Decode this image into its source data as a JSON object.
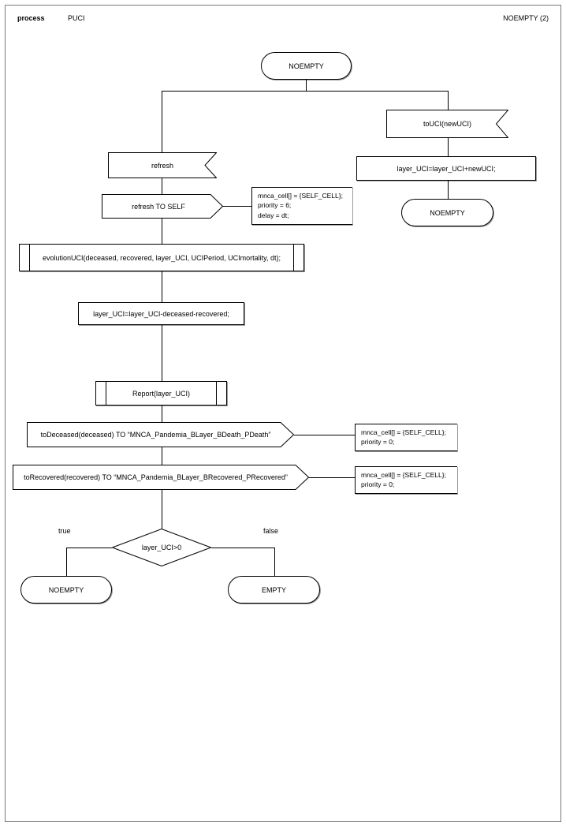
{
  "page": {
    "header": {
      "kind_label": "process",
      "process_name": "PUCI",
      "page_ref": "NOEMPTY (2)"
    }
  },
  "diagram": {
    "type": "sdl-process-flowchart",
    "start_state": {
      "name": "start-state",
      "text": "NOEMPTY"
    },
    "branches": [
      {
        "name": "refresh-branch",
        "trigger": {
          "symbol": "input",
          "text": "refresh"
        },
        "steps": [
          {
            "symbol": "output",
            "text": "refresh TO SELF",
            "comment": "mnca_cell[] = {SELF_CELL};\npriority = 6;\ndelay = dt;"
          },
          {
            "symbol": "procedure",
            "text": "evolutionUCI(deceased, recovered, layer_UCI, UCIPeriod, UCImortality, dt);"
          },
          {
            "symbol": "task",
            "text": "layer_UCI=layer_UCI-deceased-recovered;"
          },
          {
            "symbol": "procedure",
            "text": "Report(layer_UCI)"
          },
          {
            "symbol": "output",
            "text": "toDeceased(deceased) TO “MNCA_Pandemia_BLayer_BDeath_PDeath”",
            "comment": "mnca_cell[] = {SELF_CELL};\npriority = 0;"
          },
          {
            "symbol": "output",
            "text": "toRecovered(recovered) TO “MNCA_Pandemia_BLayer_BRecovered_PRecovered”",
            "comment": "mnca_cell[] = {SELF_CELL};\npriority = 0;"
          }
        ],
        "decision": {
          "symbol": "decision",
          "text": "layer_UCI>0",
          "true_label": "true",
          "false_label": "false",
          "true_state": "NOEMPTY",
          "false_state": "EMPTY"
        }
      },
      {
        "name": "touci-branch",
        "trigger": {
          "symbol": "input",
          "text": "toUCI(newUCI)"
        },
        "steps": [
          {
            "symbol": "task",
            "text": "layer_UCI=layer_UCI+newUCI;"
          }
        ],
        "end_state": {
          "symbol": "state",
          "text": "NOEMPTY"
        }
      }
    ]
  },
  "colors": {
    "stroke": "#000000",
    "shadow": "#9a9a9a",
    "frame": "#7a7a7a",
    "background": "#ffffff"
  }
}
